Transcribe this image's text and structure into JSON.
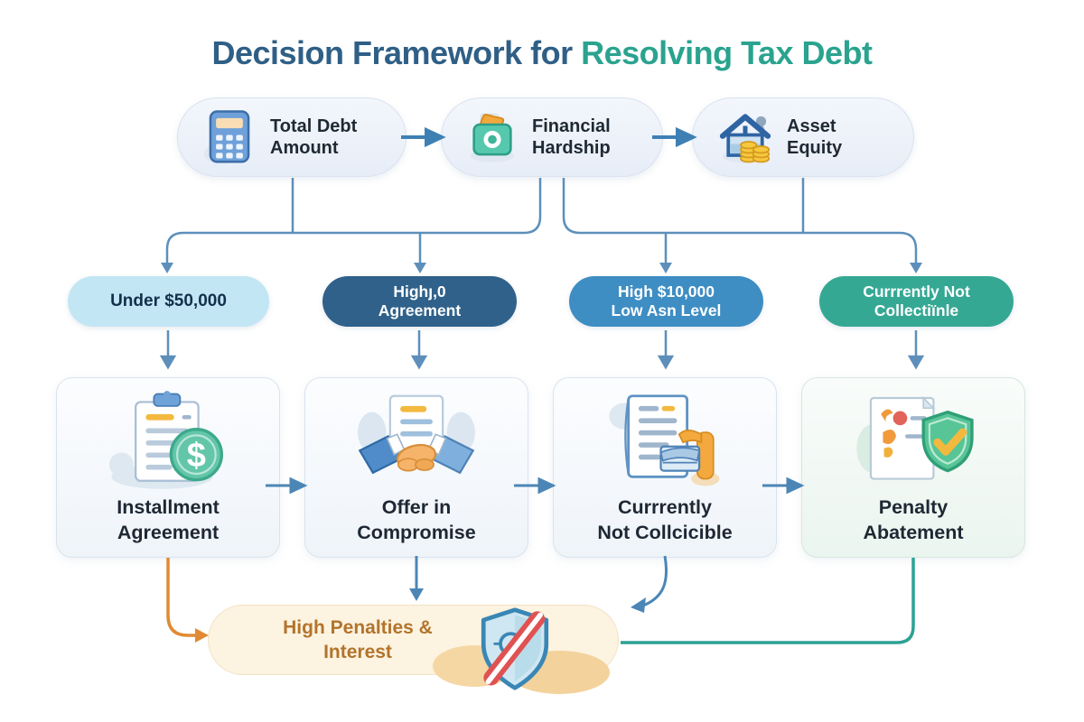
{
  "title": {
    "part1": "Decision Framework for",
    "part2": "Resolving Tax Debt"
  },
  "factors": [
    {
      "icon": "calculator-icon",
      "line1": "Total Debt",
      "line2": "Amount"
    },
    {
      "icon": "wallet-icon",
      "line1": "Financial",
      "line2": "Hardship"
    },
    {
      "icon": "house-coins-icon",
      "line1": "Asset",
      "line2": "Equity"
    }
  ],
  "conditions": [
    {
      "line1": "Under $50,000",
      "line2": ""
    },
    {
      "line1": "Highȷ,0",
      "line2": "Agreement"
    },
    {
      "line1": "High $10,000",
      "line2": "Low Asn Level"
    },
    {
      "line1": "Currrently Not",
      "line2": "Collectiïnle"
    }
  ],
  "options": [
    {
      "icon": "document-dollar-icon",
      "line1": "Installment",
      "line2": "Agreement"
    },
    {
      "icon": "handshake-icon",
      "line1": "Offer in",
      "line2": "Compromise"
    },
    {
      "icon": "document-hand-icon",
      "line1": "Currrently",
      "line2": "Not Collcicible"
    },
    {
      "icon": "document-shield-icon",
      "line1": "Penalty",
      "line2": "Abatement"
    }
  ],
  "outcome": {
    "icon": "shield-slash-icon",
    "line1": "High Penalties &",
    "line2": "Interest"
  },
  "colors": {
    "title_primary": "#2f5f86",
    "title_accent": "#2aa38f",
    "factor_pill_bg": "#ecf1f9",
    "condition_bgs": [
      "#c3e6f4",
      "#30618a",
      "#3e8dc3",
      "#35a894"
    ],
    "condition_text_dark": "#12304c",
    "connector_blue": "#4b86b6",
    "connector_steel": "#5d8fba",
    "connector_orange": "#e08b33",
    "connector_teal": "#2ca293",
    "card_text": "#1e2834",
    "outcome_bg": "#fdf3e1",
    "outcome_text": "#b2742b"
  }
}
